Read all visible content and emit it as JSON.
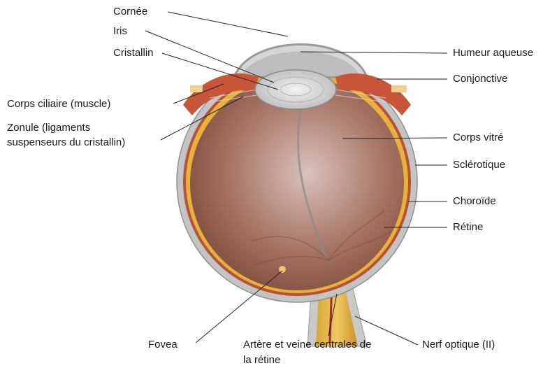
{
  "labels": {
    "cornee": "Cornée",
    "iris": "Iris",
    "cristallin": "Cristallin",
    "corps_ciliaire": "Corps ciliaire (muscle)",
    "zonule_line1": "Zonule (ligaments",
    "zonule_line2": "suspenseurs du cristallin)",
    "humeur_aqueuse": "Humeur aqueuse",
    "conjonctive": "Conjonctive",
    "corps_vitre": "Corps vitré",
    "sclerotique": "Sclérotique",
    "choroide": "Choroïde",
    "retine": "Rétine",
    "fovea": "Fovea",
    "artere_line1": "Artère et veine centrales de",
    "artere_line2": "la rétine",
    "nerf_optique": "Nerf optique (II)"
  },
  "colors": {
    "sclera": "#bdbdbd",
    "choroid": "#b5523a",
    "retina": "#e8b23a",
    "vitreous": "#9a6a58",
    "lens": "#d9d9d9",
    "leader": "#222222"
  }
}
